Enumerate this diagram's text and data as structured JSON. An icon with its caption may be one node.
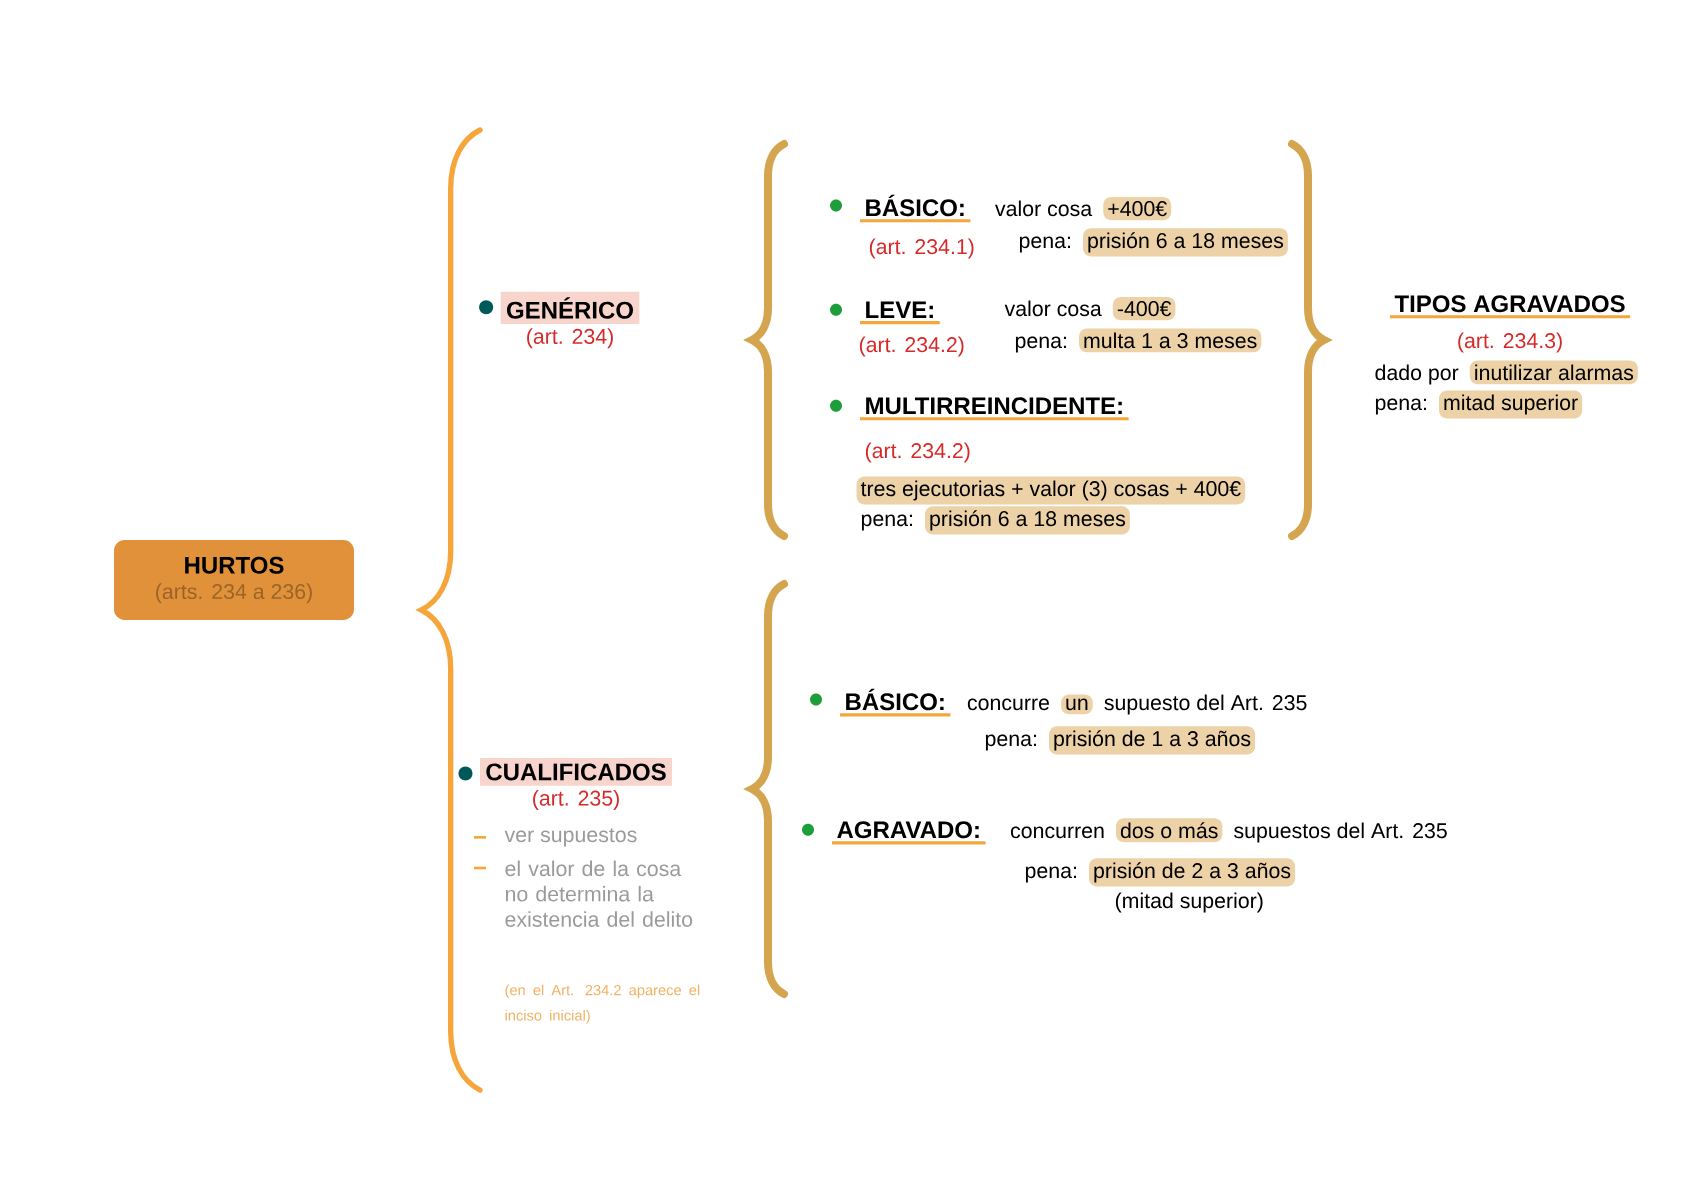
{
  "diagram": {
    "nodes": [
      {
        "text": [
          "HURTOS",
          "(arts. 234 a 236)"
        ]
      },
      {
        "text": [
          "GENÉRICO",
          "(art. 234)"
        ]
      },
      {
        "text": [
          "CUALIFICADOS",
          "(art. 235)"
        ]
      }
    ],
    "labels": [
      "BÁSICO:",
      "valor cosa",
      "+400€",
      "(art. 234.1)",
      "pena:",
      "prisión 6 a 18 meses",
      "LEVE:",
      "valor cosa",
      "-400€",
      "(art. 234.2)",
      "pena:",
      "multa 1 a 3 meses",
      "MULTIRREINCIDENTE:",
      "(art. 234.2)",
      "tres ejecutorias + valor (3) cosas + 400€",
      "pena:",
      "prisión 6 a 18 meses",
      "TIPOS AGRAVADOS",
      "(art. 234.3)",
      "dado por",
      "inutilizar alarmas",
      "pena:",
      "mitad superior",
      "ver supuestos",
      "el valor de la cosa no determina la existencia del delito",
      "(en el Art. 234.2 aparece el inciso inicial)",
      "BÁSICO:",
      "concurre",
      "un",
      "supuesto del Art. 235",
      "pena:",
      "prisión de 1 a 3 años",
      "AGRAVADO:",
      "concurren",
      "dos o más",
      "supuestos del Art. 235",
      "pena:",
      "prisión de 2 a 3 años",
      "(mitad superior)"
    ]
  }
}
